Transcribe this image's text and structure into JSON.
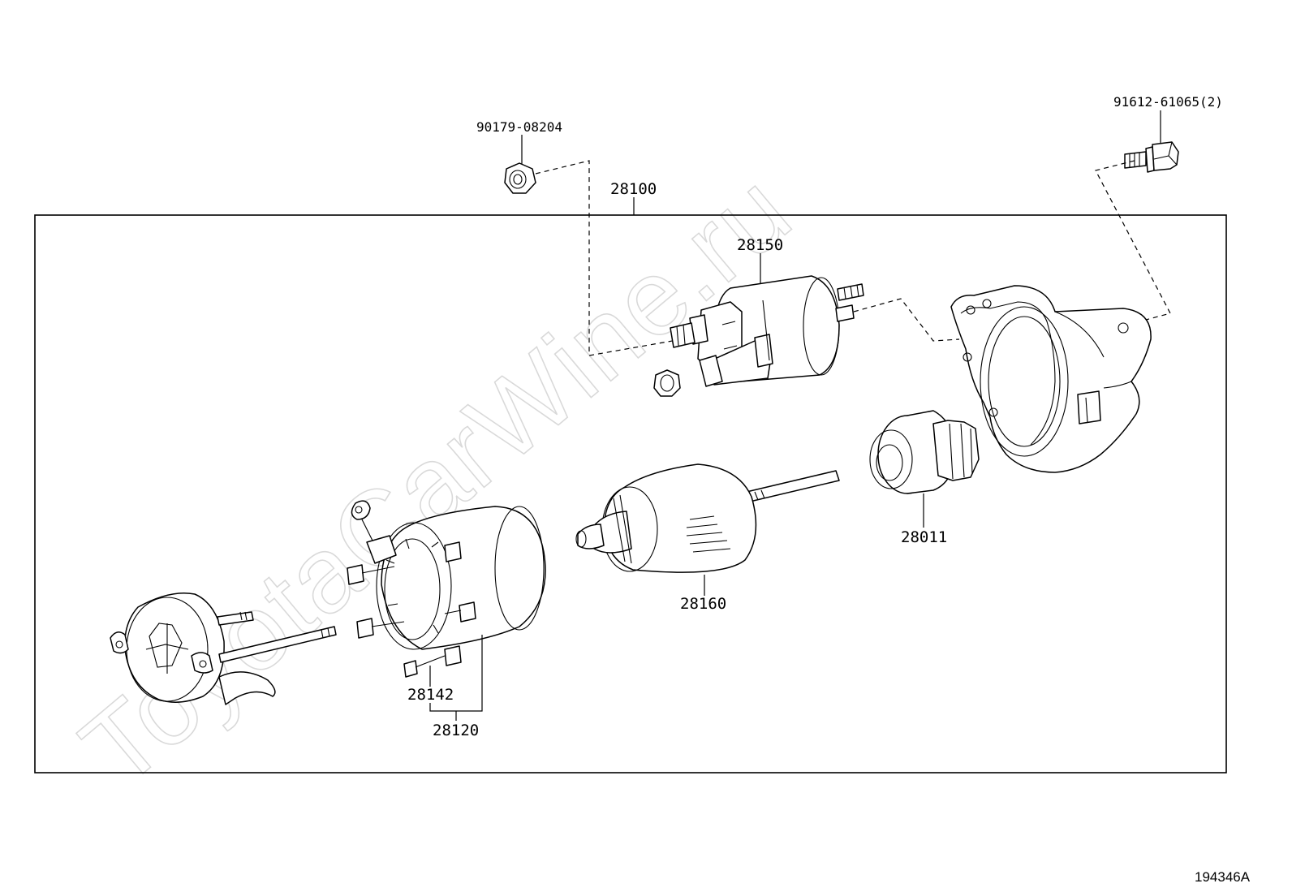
{
  "watermark": "ToyotaCarWine.ru",
  "reference_code": "194346A",
  "callouts": {
    "nut_outer": "90179-08204",
    "bolt": "91612-61065(2)",
    "starter_assy": "28100",
    "magnet_switch": "28150",
    "clutch": "28011",
    "armature": "28160",
    "brush": "28142",
    "yoke": "28120"
  }
}
